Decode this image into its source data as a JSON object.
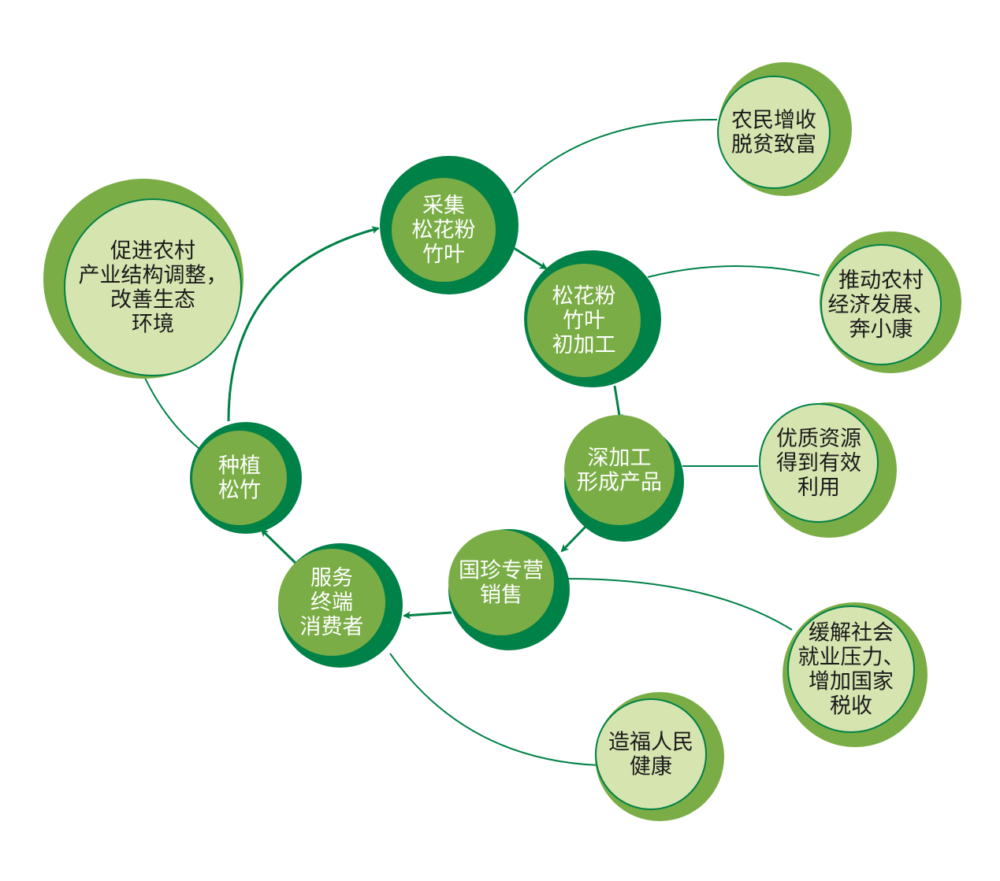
{
  "colors": {
    "dark_ring": "#008147",
    "dark_inner": "#7aad45",
    "light_ring": "#7aad45",
    "light_inner": "#d6e4b0",
    "light_stroke": "#008147",
    "line": "#008147"
  },
  "cycle_nodes": [
    {
      "id": "caiji",
      "lines": [
        "采集",
        "松花粉",
        "竹叶"
      ]
    },
    {
      "id": "chujiagong",
      "lines": [
        "松花粉",
        "竹叶",
        "初加工"
      ]
    },
    {
      "id": "shenjiagong",
      "lines": [
        "深加工",
        "形成产品"
      ]
    },
    {
      "id": "xiaoshou",
      "lines": [
        "国珍专营",
        "销售"
      ]
    },
    {
      "id": "fuwu",
      "lines": [
        "服务",
        "终端",
        "消费者"
      ]
    },
    {
      "id": "zhongzhi",
      "lines": [
        "种植",
        "松竹"
      ]
    }
  ],
  "benefit_nodes": [
    {
      "id": "nongmin",
      "lines": [
        "农民增收",
        "脱贫致富"
      ]
    },
    {
      "id": "jingji",
      "lines": [
        "推动农村",
        "经济发展、",
        "奔小康"
      ]
    },
    {
      "id": "ziyuan",
      "lines": [
        "优质资源",
        "得到有效",
        "利用"
      ]
    },
    {
      "id": "jiuye",
      "lines": [
        "缓解社会",
        "就业压力、",
        "增加国家",
        "税收"
      ]
    },
    {
      "id": "jiankang",
      "lines": [
        "造福人民",
        "健康"
      ]
    },
    {
      "id": "nongcun",
      "lines": [
        "促进农村",
        "产业结构调整，",
        "改善生态",
        "环境"
      ]
    }
  ]
}
